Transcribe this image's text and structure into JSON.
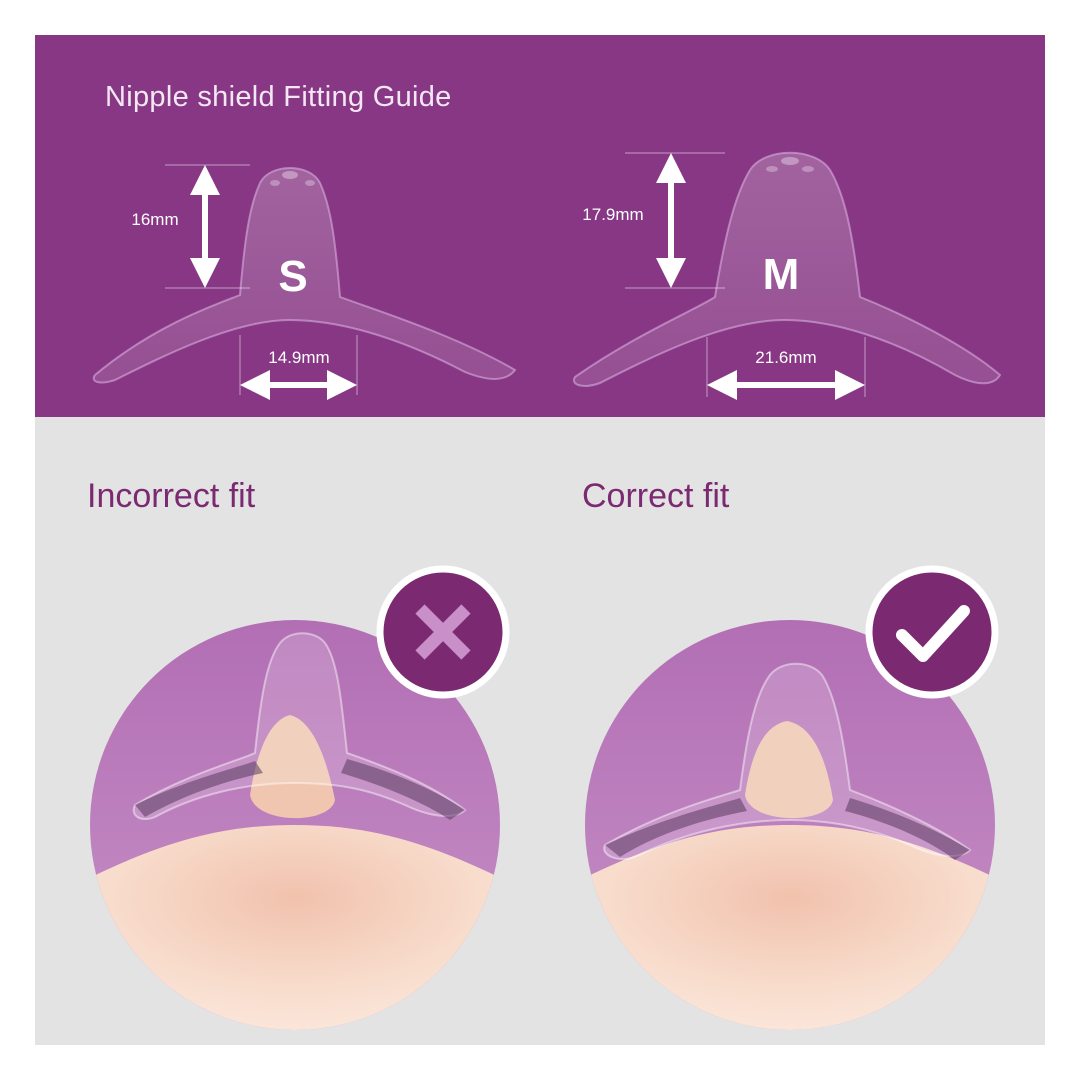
{
  "guide": {
    "title": "Nipple shield Fitting Guide",
    "sizes": [
      {
        "letter": "S",
        "height": "16mm",
        "width": "14.9mm"
      },
      {
        "letter": "M",
        "height": "17.9mm",
        "width": "21.6mm"
      }
    ]
  },
  "fits": {
    "incorrect_label": "Incorrect fit",
    "correct_label": "Correct fit",
    "incorrect_icon": "cross-icon",
    "correct_icon": "check-icon"
  },
  "colors": {
    "brand_purple": "#873784",
    "dark_purple": "#7b2a72",
    "background_gray": "#e3e3e3",
    "lavender": "#b36fb4",
    "skin": "#f6d6c3"
  }
}
